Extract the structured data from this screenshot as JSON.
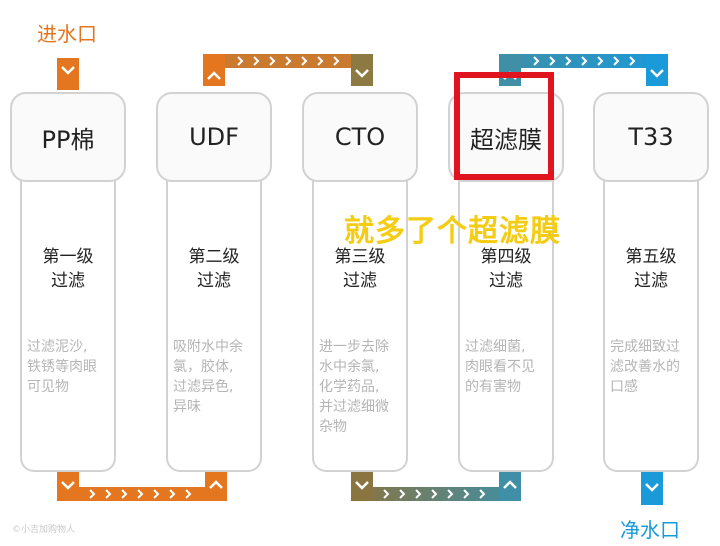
{
  "inlet_label": "进水口",
  "outlet_label": "净水口",
  "annotation": "就多了个超滤膜",
  "watermark": "©小吉加购物人",
  "colors": {
    "orange": "#e3761f",
    "teal": "#3f8fa7",
    "blue": "#1a9ad9",
    "highlight": "#e0141e",
    "annotation": "#f5cc14"
  },
  "filters": [
    {
      "name": "PP棉",
      "stage_line1": "第一级",
      "stage_line2": "过滤",
      "desc": [
        "过滤泥沙,",
        "铁锈等肉眼",
        "可见物"
      ]
    },
    {
      "name": "UDF",
      "stage_line1": "第二级",
      "stage_line2": "过滤",
      "desc": [
        "吸附水中余",
        "氯，胶体,",
        "过滤异色,",
        "异味"
      ]
    },
    {
      "name": "CTO",
      "stage_line1": "第三级",
      "stage_line2": "过滤",
      "desc": [
        "进一步去除",
        "水中余氯,",
        "化学药品,",
        "并过滤细微",
        "杂物"
      ]
    },
    {
      "name": "超滤膜",
      "stage_line1": "第四级",
      "stage_line2": "过滤",
      "desc": [
        "过滤细菌,",
        "肉眼看不见",
        "的有害物"
      ]
    },
    {
      "name": "T33",
      "stage_line1": "第五级",
      "stage_line2": "过滤",
      "desc": [
        "完成细致过",
        "滤改善水的",
        "口感"
      ]
    }
  ]
}
